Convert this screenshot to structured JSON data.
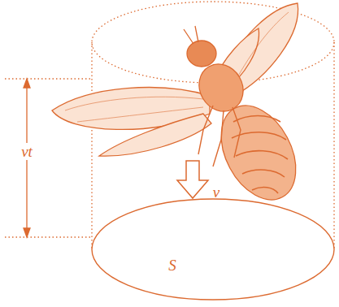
{
  "diagram": {
    "labels": [
      "vt",
      "v",
      "S"
    ]
  }
}
